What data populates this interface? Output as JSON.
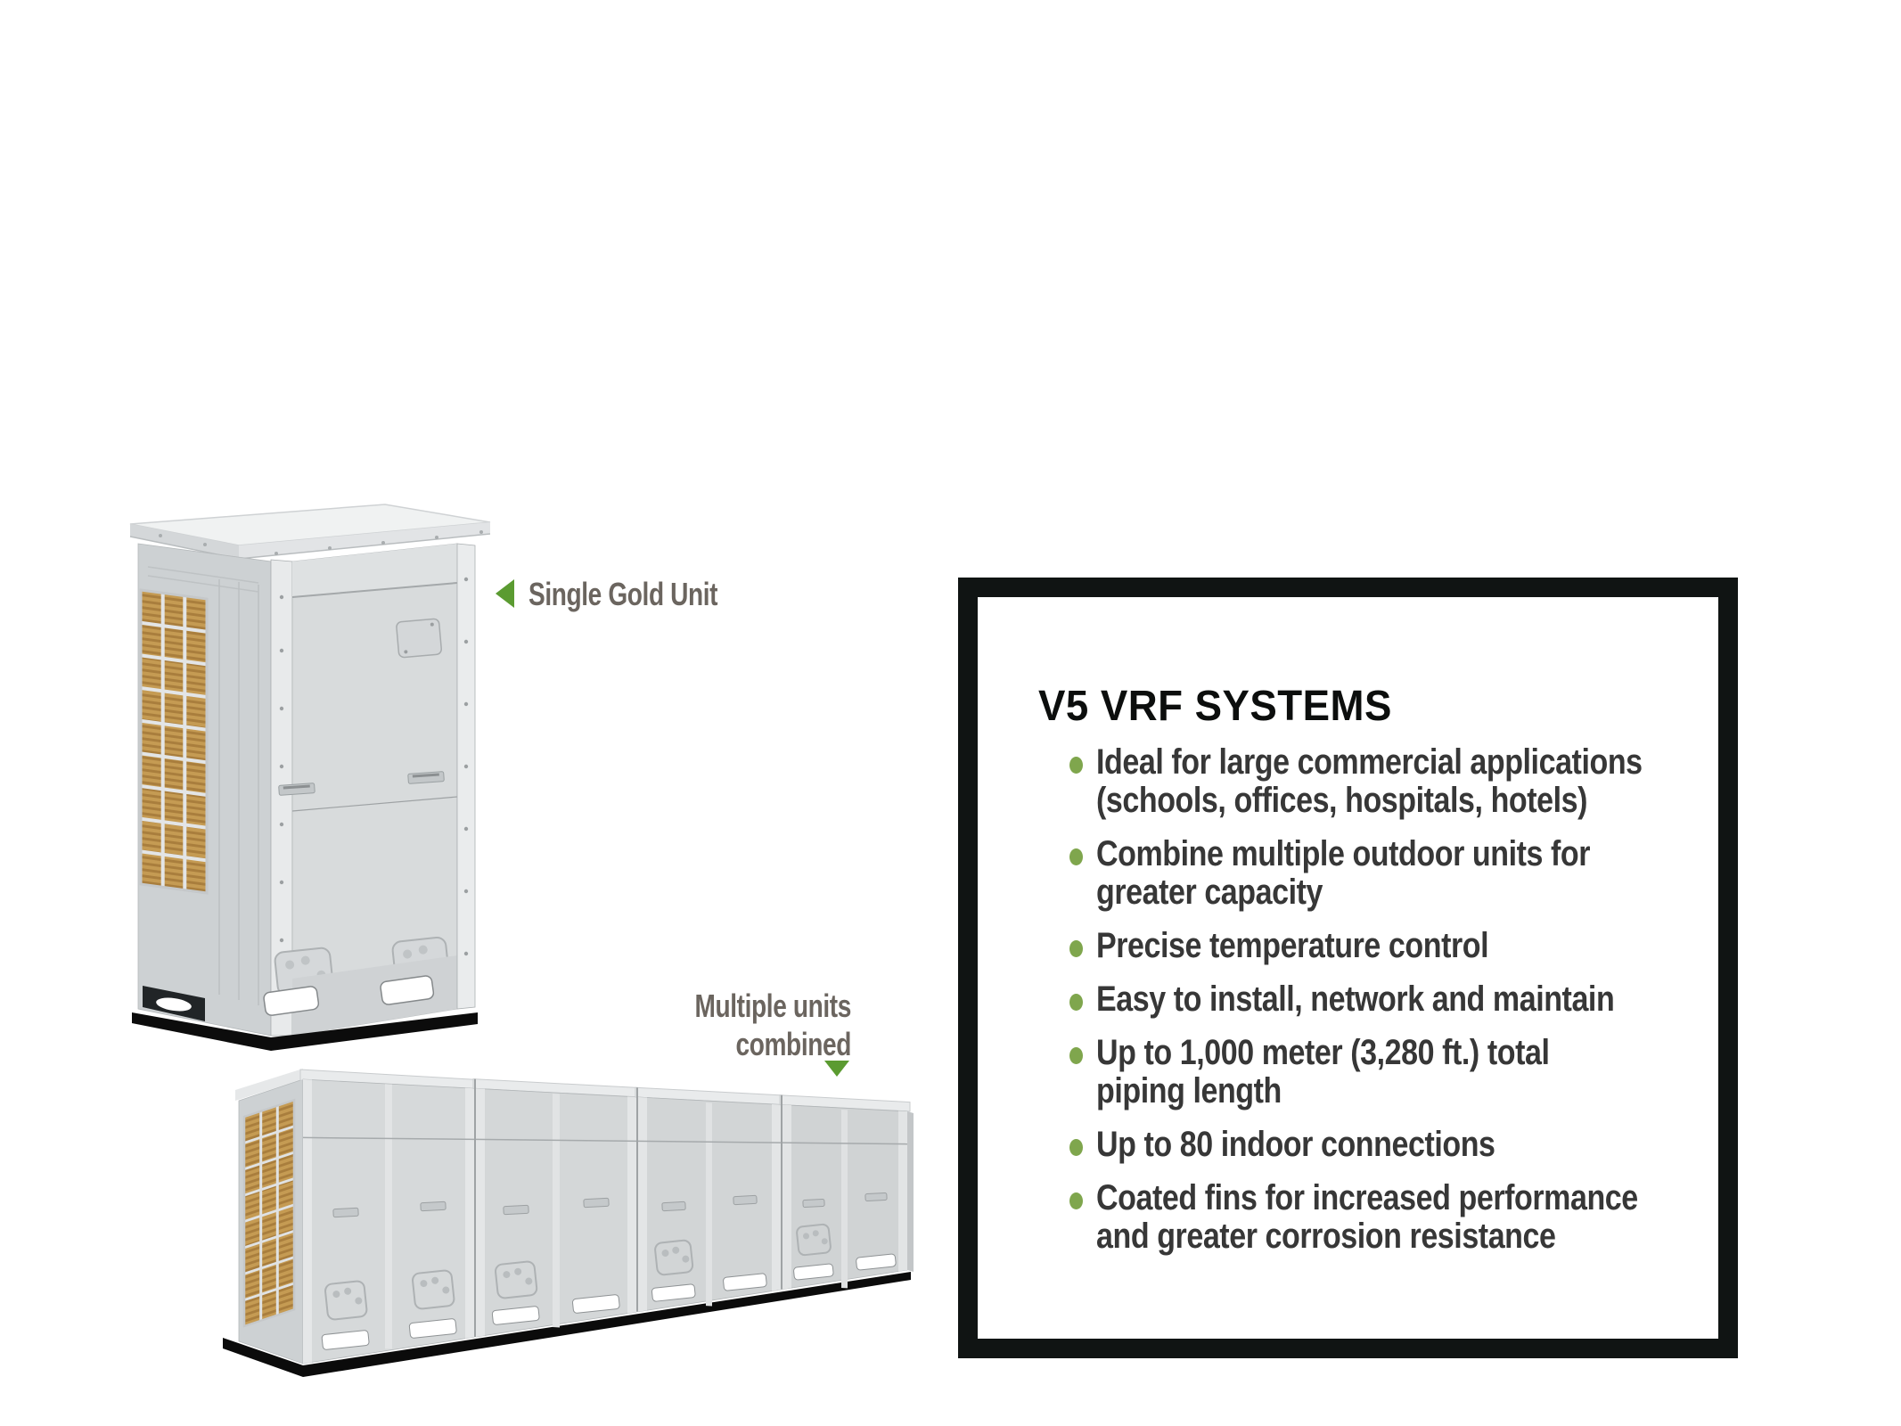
{
  "labels": {
    "single_unit": {
      "text": "Single Gold Unit"
    },
    "multiple_units": {
      "line1": "Multiple units",
      "line2": "combined"
    }
  },
  "info_box": {
    "title": "V5 VRF SYSTEMS",
    "bullets": [
      {
        "lines": [
          "Ideal for large commercial applications",
          "(schools, offices, hospitals, hotels)"
        ]
      },
      {
        "lines": [
          "Combine multiple outdoor units for",
          "greater capacity"
        ]
      },
      {
        "lines": [
          "Precise temperature control"
        ]
      },
      {
        "lines": [
          "Easy to install, network and maintain"
        ]
      },
      {
        "lines": [
          "Up to 1,000 meter (3,280 ft.) total",
          "piping length"
        ]
      },
      {
        "lines": [
          "Up to 80 indoor connections"
        ]
      },
      {
        "lines": [
          "Coated fins for increased performance",
          "and greater corrosion resistance"
        ]
      }
    ]
  },
  "icons": {
    "single_unit_pointer": "triangle-left-icon",
    "multiple_units_pointer": "triangle-down-icon"
  },
  "colors": {
    "background": "#ffffff",
    "box_border": "#101413",
    "title_text": "#0c0e0d",
    "body_text": "#373737",
    "bullet_green": "#7fa64d",
    "accent_green": "#5b9b31",
    "label_text": "#6b655f",
    "unit_body_gray": "#d7dadb",
    "coil_gold": "#c59b53",
    "shadow_black": "#0c0c0c"
  }
}
